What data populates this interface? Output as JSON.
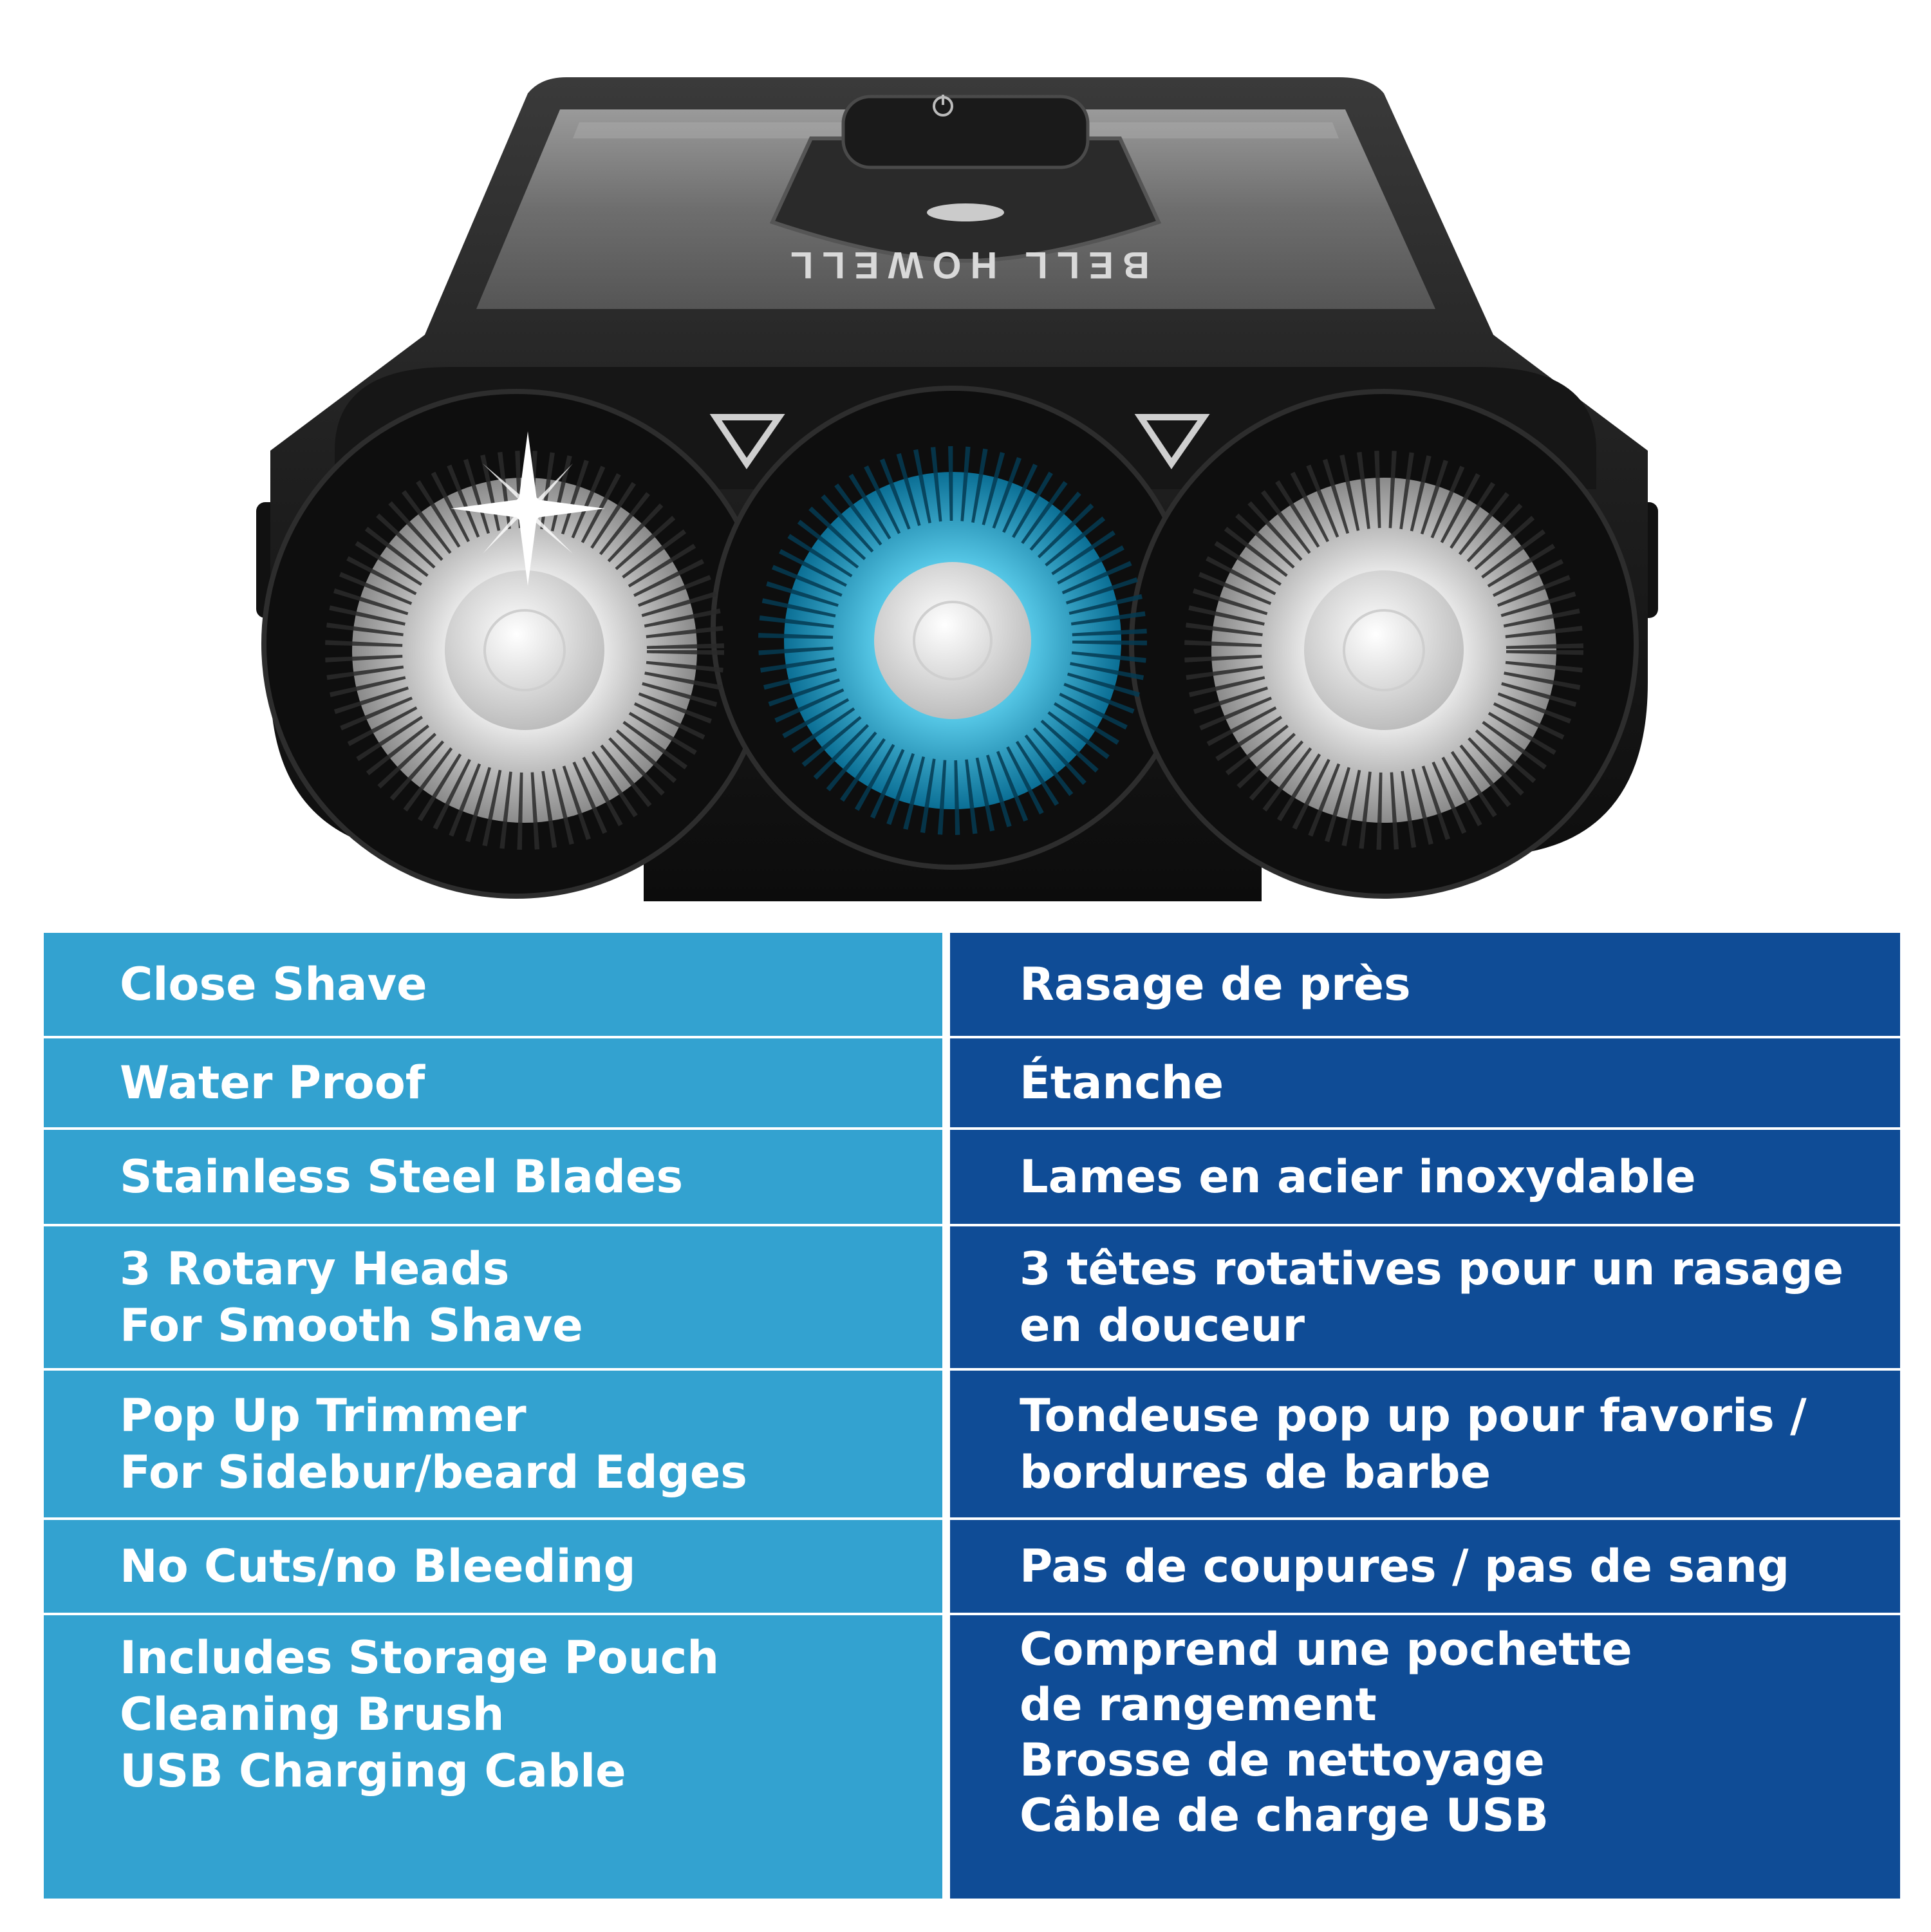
{
  "product": {
    "brand_text": "BELL HOWELL",
    "colors": {
      "body": "#1c1c1c",
      "panel": "#7d7d7d",
      "head_steel": "#d8d8d8",
      "head_accent": "#1aa1c8"
    },
    "icons": [
      "power-icon",
      "sparkle-icon"
    ]
  },
  "features": {
    "colors": {
      "left_column": "#33a2d0",
      "right_column": "#0f4c96",
      "text": "#ffffff"
    },
    "rows": [
      {
        "en": "Close Shave",
        "fr": "Rasage de près"
      },
      {
        "en": "Water Proof",
        "fr": "Étanche"
      },
      {
        "en": "Stainless Steel Blades",
        "fr": "Lames en acier inoxydable"
      },
      {
        "en": "3 Rotary Heads\nFor Smooth Shave",
        "fr": "3 têtes rotatives pour un rasage\nen douceur"
      },
      {
        "en": "Pop Up Trimmer\nFor Sidebur/beard Edges",
        "fr": "Tondeuse pop up pour favoris /\nbordures de barbe"
      },
      {
        "en": "No Cuts/no Bleeding",
        "fr": "Pas de coupures / pas de sang"
      },
      {
        "en": "Includes Storage Pouch\nCleaning Brush\nUSB Charging Cable",
        "fr": "Comprend une pochette\nde rangement\nBrosse de nettoyage\nCâble de charge USB"
      }
    ]
  }
}
